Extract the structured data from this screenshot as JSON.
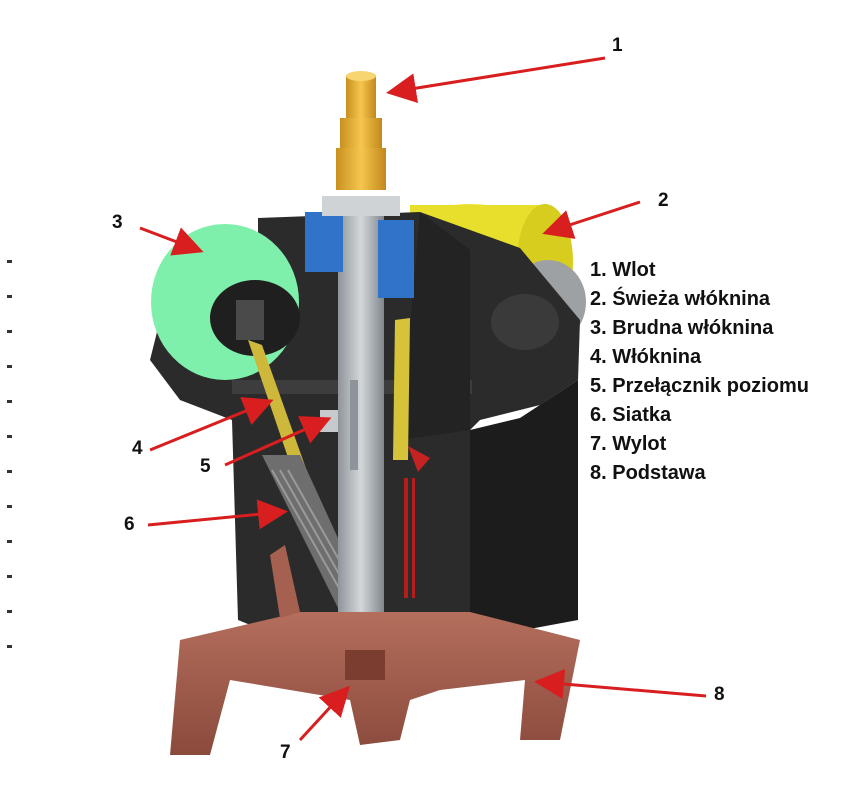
{
  "callouts": [
    "1",
    "2",
    "3",
    "4",
    "5",
    "6",
    "7",
    "8"
  ],
  "legend": [
    "1. Wlot",
    "2. Świeża włóknina",
    "3. Brudna włóknina",
    "4. Włóknina",
    "5. Przełącznik poziomu",
    "6. Siatka",
    "7. Wylot",
    "8. Podstawa"
  ],
  "colors": {
    "housing": "#2a2a2a",
    "inlet": "#e9b23a",
    "fresh_roll": "#f0ea3a",
    "dirty_roll": "#7de8a8",
    "pipe": "#b4b9be",
    "connector": "#2a73c6",
    "base": "#9e5a4a",
    "arrow": "#d81e1e",
    "fleece": "#c9b23a"
  }
}
